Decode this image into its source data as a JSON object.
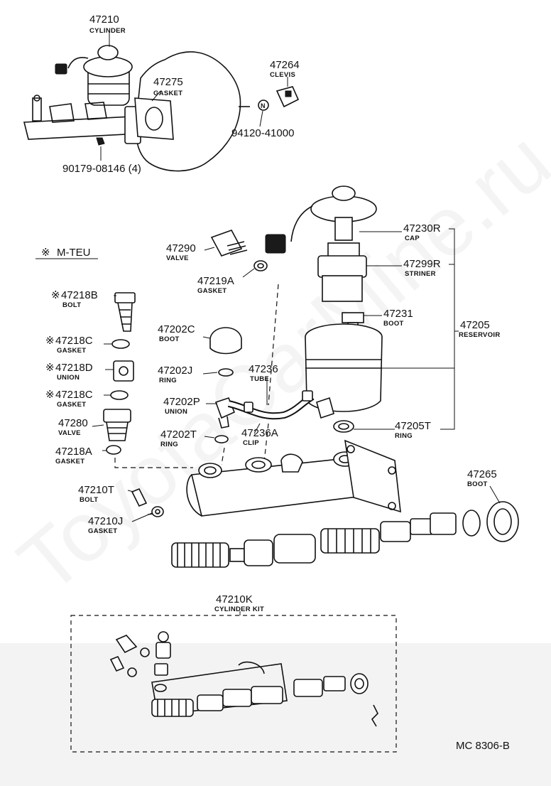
{
  "watermark": "ToyotaCarMine.ru",
  "legend": {
    "symbol": "※",
    "text": "M-TEU"
  },
  "footer": {
    "ref": "MC 8306-B"
  },
  "parts": {
    "p47210": {
      "num": "47210",
      "name": "CYLINDER"
    },
    "p47275": {
      "num": "47275",
      "name": "GASKET"
    },
    "p47264": {
      "num": "47264",
      "name": "CLEVIS"
    },
    "p94120": {
      "num": "94120-41000"
    },
    "p90179": {
      "num": "90179-08146 (4)"
    },
    "p47290": {
      "num": "47290",
      "name": "VALVE"
    },
    "p47219A": {
      "num": "47219A",
      "name": "GASKET"
    },
    "p47230R": {
      "num": "47230R",
      "name": "CAP"
    },
    "p47299R": {
      "num": "47299R",
      "name": "STRINER"
    },
    "p47231": {
      "num": "47231",
      "name": "BOOT"
    },
    "p47205": {
      "num": "47205",
      "name": "RESERVOIR"
    },
    "p47218B": {
      "num": "47218B",
      "name": "BOLT",
      "mark": "※"
    },
    "p47218C1": {
      "num": "47218C",
      "name": "GASKET",
      "mark": "※"
    },
    "p47218D": {
      "num": "47218D",
      "name": "UNION",
      "mark": "※"
    },
    "p47218C2": {
      "num": "47218C",
      "name": "GASKET",
      "mark": "※"
    },
    "p47280": {
      "num": "47280",
      "name": "VALVE"
    },
    "p47218A": {
      "num": "47218A",
      "name": "GASKET"
    },
    "p47202C": {
      "num": "47202C",
      "name": "BOOT"
    },
    "p47202J": {
      "num": "47202J",
      "name": "RING"
    },
    "p47236": {
      "num": "47236",
      "name": "TUBE"
    },
    "p47202P": {
      "num": "47202P",
      "name": "UNION"
    },
    "p47202T": {
      "num": "47202T",
      "name": "RING"
    },
    "p47236A": {
      "num": "47236A",
      "name": "CLIP"
    },
    "p47205T": {
      "num": "47205T",
      "name": "RING"
    },
    "p47265": {
      "num": "47265",
      "name": "BOOT"
    },
    "p47210T": {
      "num": "47210T",
      "name": "BOLT"
    },
    "p47210J": {
      "num": "47210J",
      "name": "GASKET"
    },
    "p47210K": {
      "num": "47210K",
      "name": "CYLINDER KIT"
    }
  }
}
